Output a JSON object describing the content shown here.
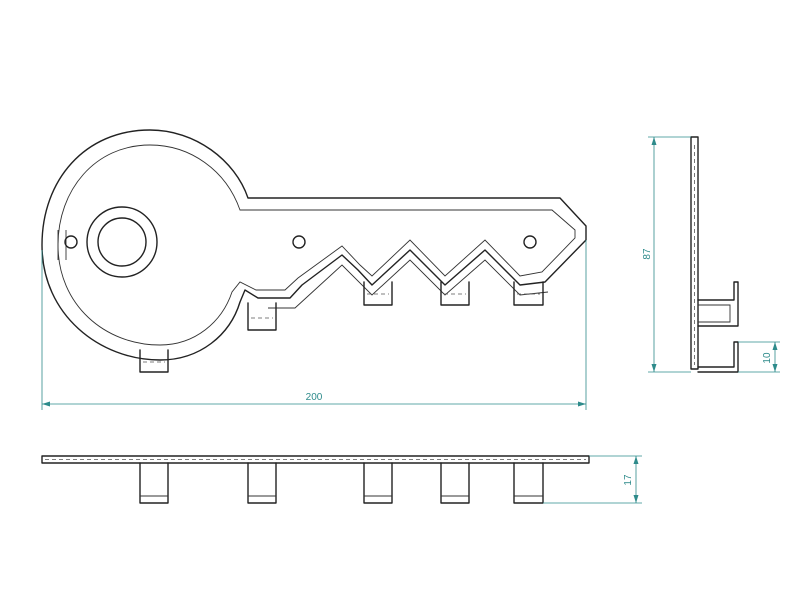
{
  "dimensions": {
    "overall_length": "200",
    "side_height": "87",
    "hook_depth": "10",
    "bottom_thickness": "17"
  },
  "colors": {
    "part_lines": "#222222",
    "dimension_lines": "#2e8b8b",
    "background": "#ffffff"
  }
}
